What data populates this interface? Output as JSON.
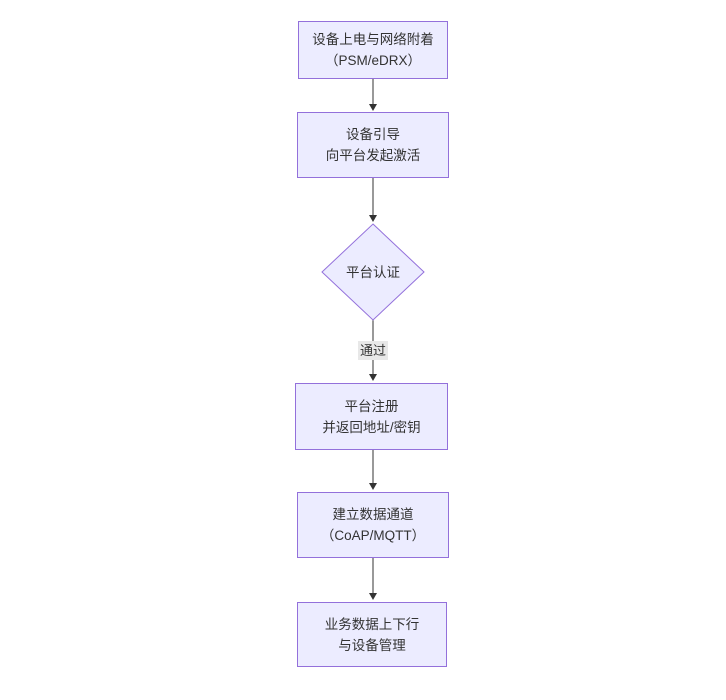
{
  "diagram": {
    "type": "flowchart",
    "direction": "top-down",
    "nodes": [
      {
        "id": "A",
        "shape": "rect",
        "line1": "设备上电与网络附着",
        "line2": "（PSM/eDRX）"
      },
      {
        "id": "B",
        "shape": "rect",
        "line1": "设备引导",
        "line2": "向平台发起激活"
      },
      {
        "id": "C",
        "shape": "diamond",
        "label": "平台认证"
      },
      {
        "id": "D",
        "shape": "rect",
        "line1": "平台注册",
        "line2": "并返回地址/密钥"
      },
      {
        "id": "E",
        "shape": "rect",
        "line1": "建立数据通道",
        "line2": "（CoAP/MQTT）"
      },
      {
        "id": "F",
        "shape": "rect",
        "line1": "业务数据上下行",
        "line2": "与设备管理"
      }
    ],
    "edges": [
      {
        "from": "A",
        "to": "B",
        "label": ""
      },
      {
        "from": "B",
        "to": "C",
        "label": ""
      },
      {
        "from": "C",
        "to": "D",
        "label": "通过"
      },
      {
        "from": "D",
        "to": "E",
        "label": ""
      },
      {
        "from": "E",
        "to": "F",
        "label": ""
      }
    ],
    "edge_label_pass": "通过",
    "colors": {
      "node_fill": "#ECECFF",
      "node_border": "#9370DB",
      "edge_line": "#333333",
      "text": "#333333",
      "edge_label_bg": "#e8e8e8",
      "background": "#ffffff"
    }
  }
}
